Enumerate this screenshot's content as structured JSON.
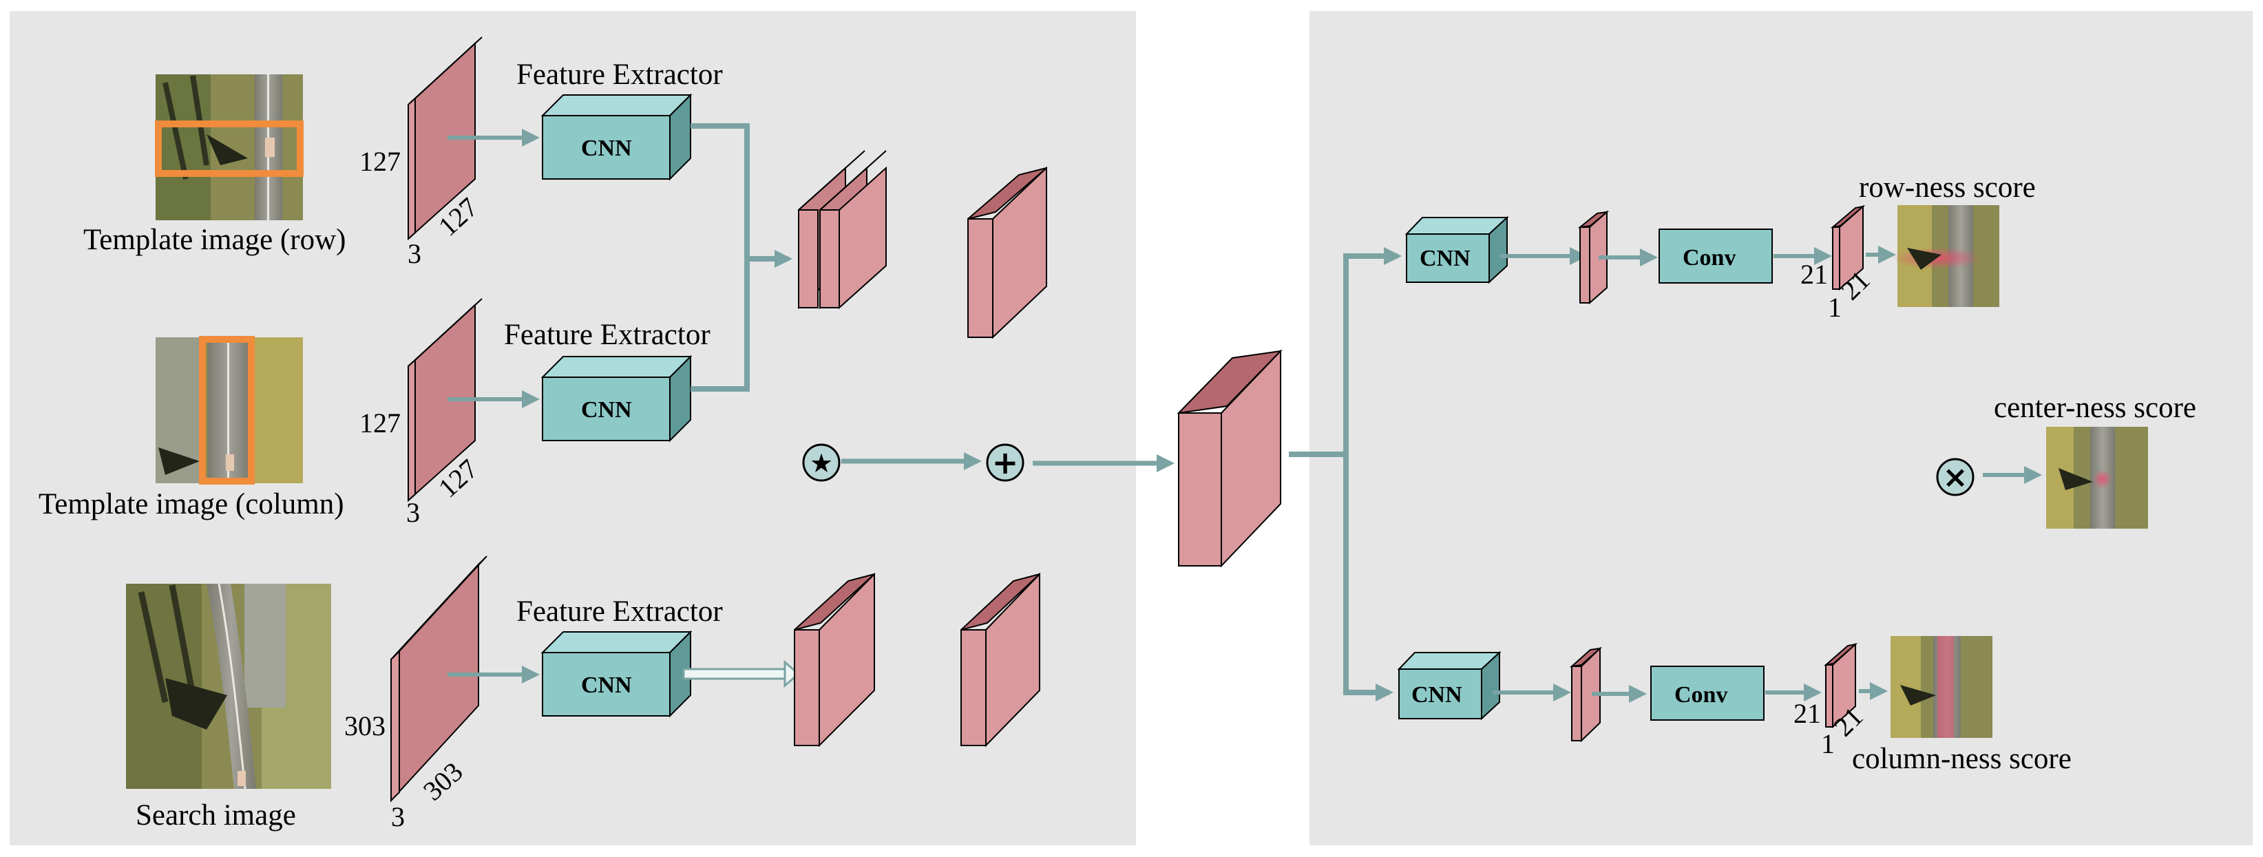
{
  "labels": {
    "template_row": "Template image (row)",
    "template_col": "Template image (column)",
    "search": "Search image",
    "fe1": "Feature Extractor",
    "fe2": "Feature Extractor",
    "fe3": "Feature Extractor",
    "cnn": "CNN",
    "conv": "Conv",
    "row_score": "row-ness score",
    "center_score": "center-ness score",
    "col_score": "column-ness score"
  },
  "dims": {
    "t127": "127",
    "t3": "3",
    "s303": "303",
    "o21": "21",
    "o1": "1"
  },
  "operators": {
    "correlation": "★",
    "add": "+",
    "multiply": "×"
  },
  "colors": {
    "panel_bg": "#e6e6e6",
    "block_face": "#d9999d",
    "block_top": "#b5696e",
    "block_side": "#c98489",
    "cnn_face": "#8cc9c7",
    "cnn_top": "#a9dcdb",
    "cnn_side": "#5f9a98",
    "arrow": "#7ba3a3",
    "highlight_box": "#f08c3c",
    "heat": "#e6506e"
  }
}
